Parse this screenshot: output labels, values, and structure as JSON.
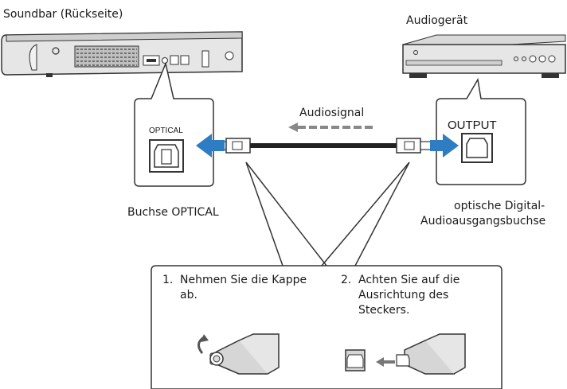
{
  "labels": {
    "soundbar": "Soundbar (Rückseite)",
    "device": "Audiogerät",
    "signal": "Audiosignal",
    "jack_soundbar": "OPTICAL",
    "jack_device": "OUTPUT",
    "caption_left": "Buchse OPTICAL",
    "caption_right_line1": "optische Digital-",
    "caption_right_line2": "Audioausgangsbuchse"
  },
  "steps": [
    {
      "num": "1.",
      "lines": [
        "Nehmen Sie die Kappe",
        "ab."
      ]
    },
    {
      "num": "2.",
      "lines": [
        "Achten Sie auf die",
        "Ausrichtung des",
        "Steckers."
      ]
    }
  ],
  "colors": {
    "arrow": "#2e7dc2",
    "device_gray": "#d6d6d6",
    "outline": "#333333",
    "cable": "#222222"
  }
}
